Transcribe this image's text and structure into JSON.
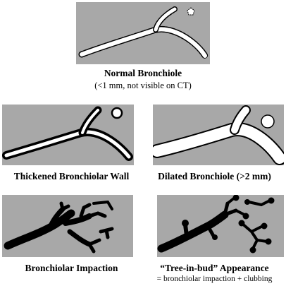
{
  "panels": {
    "normal": {
      "title": "Normal Bronchiole",
      "subtitle": "(<1 mm, not visible on CT)"
    },
    "thickened": {
      "title": "Thickened Bronchiolar Wall"
    },
    "dilated": {
      "title": "Dilated Bronchiole (>2 mm)"
    },
    "impaction": {
      "title": "Bronchiolar Impaction"
    },
    "treeinbud": {
      "title": "“Tree-in-bud” Appearance",
      "subtitle": "= bronchiolar impaction + clubbing"
    }
  },
  "colors": {
    "panel_bg": "#a8a8a8",
    "airway_fill": "#ffffff",
    "impaction_fill": "#000000"
  }
}
